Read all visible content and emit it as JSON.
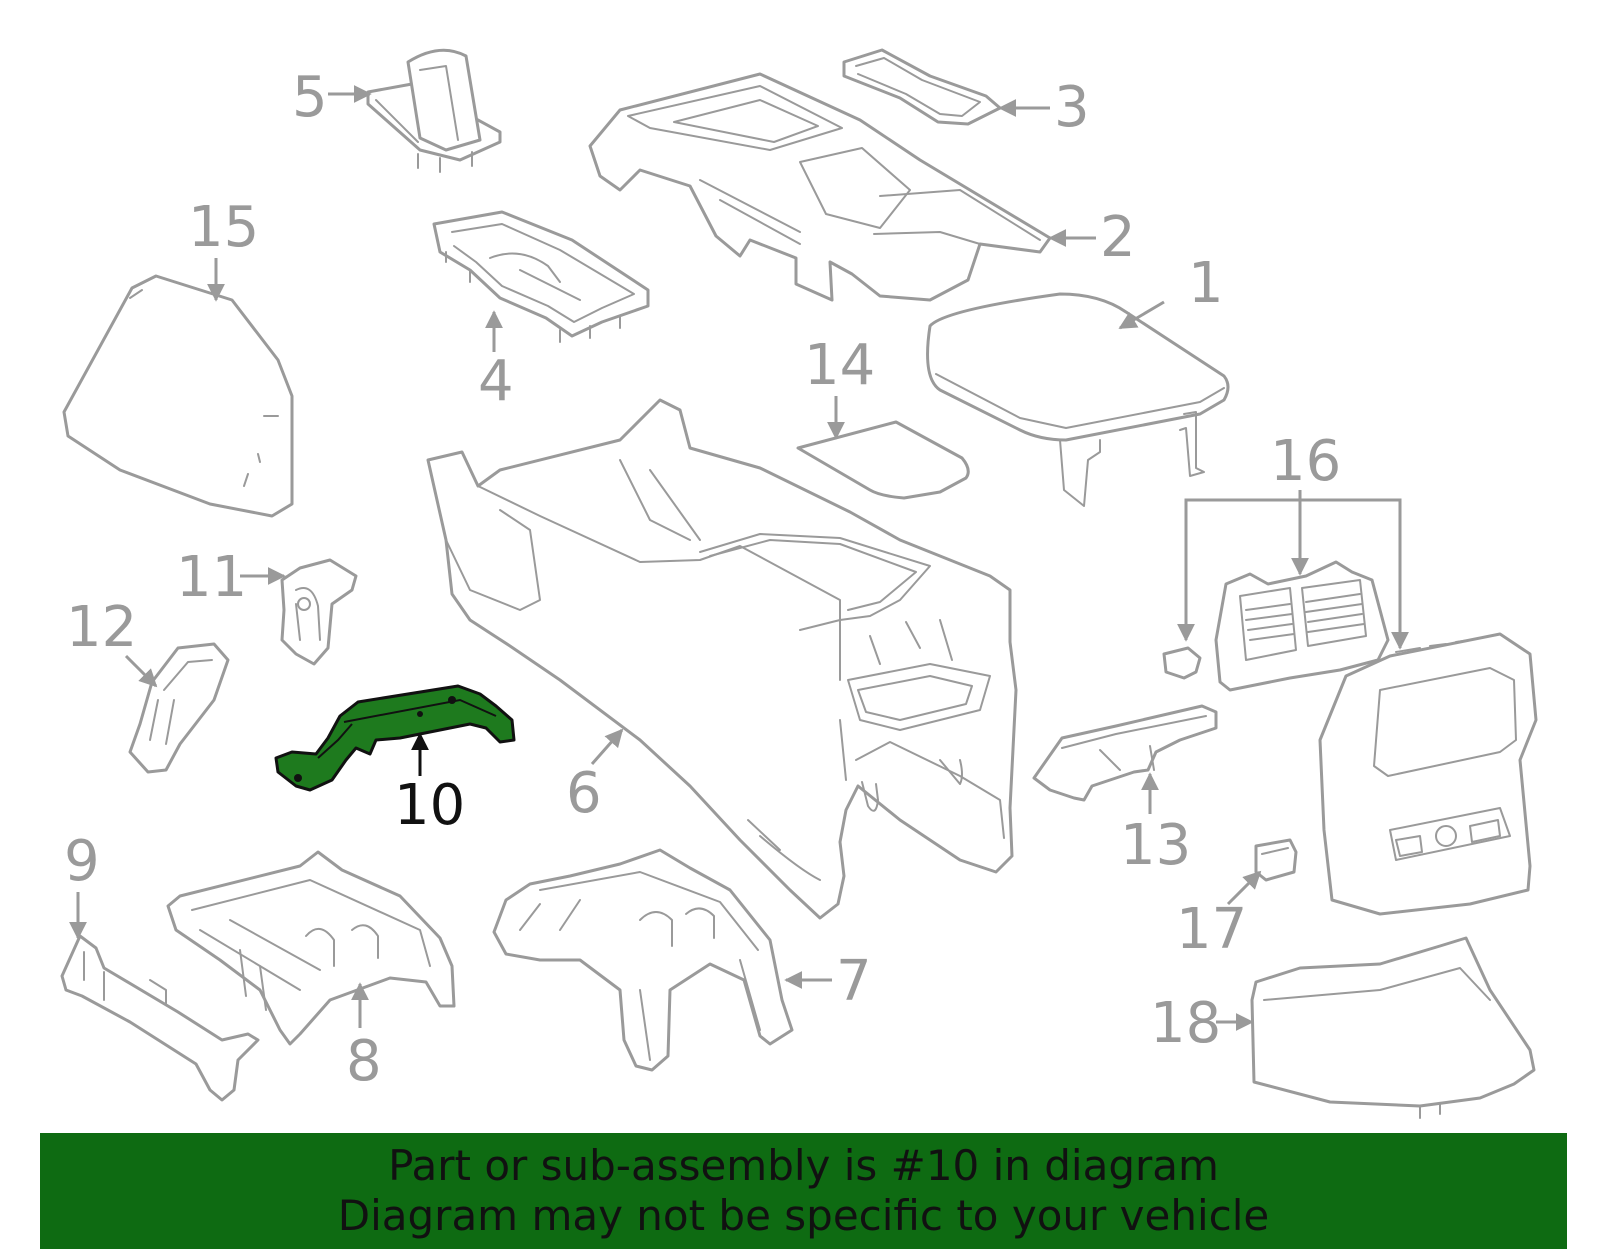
{
  "diagram": {
    "highlight_color": "#1e7a1e",
    "line_color": "#9a9a9a",
    "highlighted_part": "10",
    "callouts": [
      "1",
      "2",
      "3",
      "4",
      "5",
      "6",
      "7",
      "8",
      "9",
      "10",
      "11",
      "12",
      "13",
      "14",
      "15",
      "16",
      "17",
      "18"
    ]
  },
  "banner": {
    "line1": "Part or sub-assembly is #10 in diagram",
    "line2": "Diagram may not be specific to your vehicle",
    "background": "#0e6b12"
  }
}
